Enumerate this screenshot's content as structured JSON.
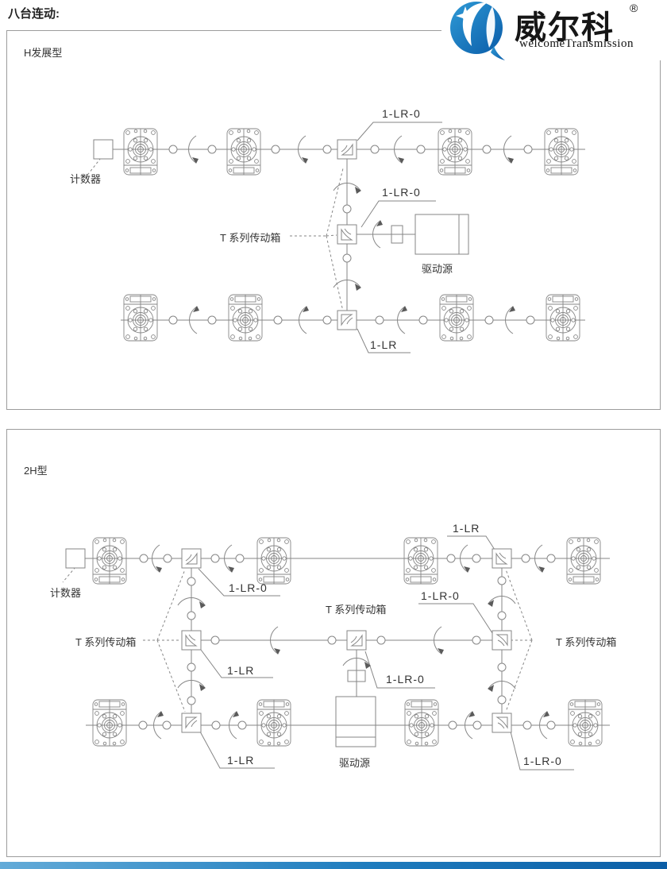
{
  "page": {
    "title": "八台连动:"
  },
  "logo": {
    "brand": "威尔科",
    "registered": "®",
    "subtitle": "welcomeTransmission"
  },
  "colors": {
    "diagram_line": "#868686",
    "text": "#333333",
    "logo_blue": "#0e6cb4",
    "footer_gradient_left": "#63abd8",
    "footer_gradient_right": "#0b5ea6"
  },
  "diagram_top": {
    "name_label": "H发展型",
    "counter_label": "计数器",
    "t_series_label": "T 系列传动箱",
    "drive_label": "驱动源",
    "callouts": {
      "top": "1-LR-0",
      "middle": "1-LR-0",
      "bottom": "1-LR"
    }
  },
  "diagram_bottom": {
    "name_label": "2H型",
    "counter_label": "计数器",
    "t_series_left": "T 系列传动箱",
    "t_series_middle": "T 系列传动箱",
    "t_series_right": "T 系列传动箱",
    "drive_label": "驱动源",
    "callouts": {
      "top_left": "1-LR-0",
      "top_right": "1-LR",
      "mid_left": "1-LR",
      "mid_right": "1-LR-0",
      "center": "1-LR-0",
      "bottom_left": "1-LR",
      "bottom_right": "1-LR-0"
    }
  }
}
